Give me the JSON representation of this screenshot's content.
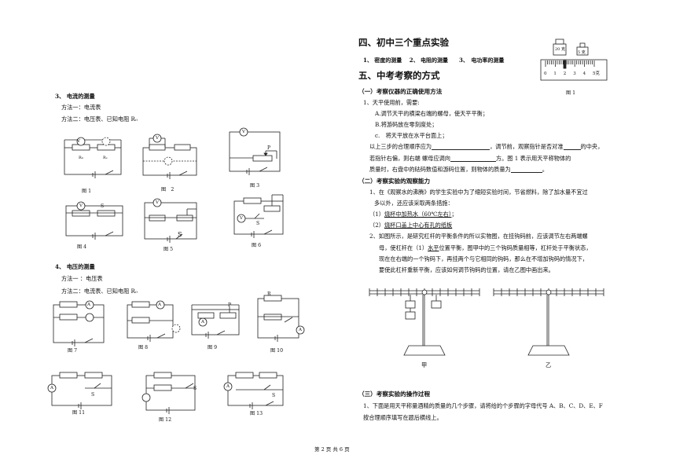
{
  "left": {
    "s3_title": "3、 电流的测量",
    "s3_m1": "方法一：电流表",
    "s3_m2": "方法二：电压表、已知电阻 R₀",
    "s4_title": "4、 电压的测量",
    "s4_m1": "方法一 ：电压表",
    "s4_m2": "方法二：电流表、已知电阻 R₀",
    "figs": [
      "图 1",
      "图　2",
      "图 3",
      "图 4",
      "图 5",
      "图 6",
      "图 7",
      "图 8",
      "图 9",
      "图 10",
      "图 11",
      "图 12",
      "图 13"
    ],
    "comp": {
      "V": "V",
      "A": "A",
      "R0": "R₀",
      "Rx": "Rₓ",
      "R": "R",
      "S": "S",
      "P": "P"
    }
  },
  "right": {
    "sec4_title": "四、初中三个重点实验",
    "sec4_items": "1、 密度的测量　 2、 电阻的测量　　3、　电功率的测量",
    "fig1_caption": "图 1",
    "fig1_weights": [
      "20 克",
      "5 克"
    ],
    "fig1_ruler": [
      "0",
      "1",
      "2",
      "3",
      "4",
      "5克"
    ],
    "sec5_title": "五、中考考察的方式",
    "sub1": "（一）考察仪器的正确使用方法",
    "q1": "1、天平使用前，需要:",
    "q1_a": "A.调节天平的横梁右端的螺母，使天平平衡；",
    "q1_b": "B.将游码放在零刻度处；",
    "q1_c": "c.　将天平放在水平台面上；",
    "q1_l1a": "以上三步的合理顺序应为",
    "q1_l1b": "，调节前，观察指针是否对准",
    "q1_l1c": "的中央，",
    "q1_l2a": "若指针右偏，则右端 螺母应调向",
    "q1_l2b": "方。图 1 表示用天平称物体的",
    "q1_l3a": "质量时，右盘中的砝码数值和游码位置，则物体的质量为",
    "q1_l3b": "。",
    "sub2": "（二）考察实验的观察能力",
    "q2_1": "1、在《观察水的沸腾》的学生实验中为了缩短实验时间，节省燃料，除了加水量不宜过",
    "q2_2": "多以外，还应该采取两条措施：",
    "q2_3a": "（1）",
    "q2_3b": "烧杯中加热水（60℃左右）",
    "q2_3c": "；",
    "q2_4a": "（2）",
    "q2_4b": "烧杯口盖上中心有孔的纸板",
    "q2_5": "2、如图所示，是研究杠杆的平衡条件的所以实物图，在挂钩码前，应该调节左右两端螺",
    "q2_6a": "母，使杠杆在（1）",
    "q2_6b": "水平",
    "q2_6c": "位置平衡，图甲中的三个钩码质量相等，杠杆处于平衡状态，",
    "q2_7": "现在在右端的一个钩码下，再挂两个与它相同的钩码，那么在不增加钩码的情况下，",
    "q2_8": "要使此杠杆重新平衡，应该如何调节钩码的位置，请在乙图中画出来。",
    "lever_captions": [
      "甲",
      "乙"
    ],
    "sub3": "（三）考察实验的操作过程",
    "q3_1": "1、下面是用天平称量酒精的质量的几个步骤，请将给的个步骤的字母代号 A、B、C、D、E、F",
    "q3_2": "按合理顺序填写在题后横线上。"
  },
  "footer": "第 2 页 共 6 页"
}
